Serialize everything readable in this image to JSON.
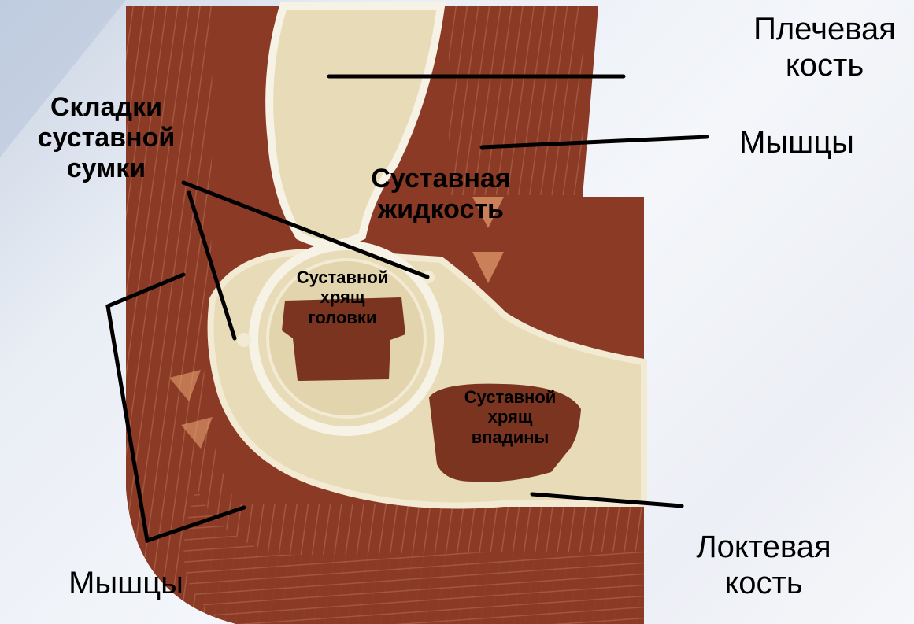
{
  "labels": {
    "humerus": "Плечевая\nкость",
    "muscles_right": "Мышцы",
    "capsule_folds": "Складки\nсуставной\nсумки",
    "synovial_fluid": "Суставная\nжидкость",
    "head_cartilage": "Суставной\nхрящ\nголовки",
    "socket_cartilage": "Суставной\nхрящ\nвпадины",
    "muscles_left": "Мышцы",
    "ulna": "Локтевая\nкость"
  },
  "colors": {
    "muscle": "#8b3a26",
    "muscle_dark": "#7a2e1e",
    "bone": "#e8dcb8",
    "bone_light": "#f2ead2",
    "cartilage": "#7a3420",
    "cavity": "#f7f2e6",
    "line": "#000000"
  }
}
